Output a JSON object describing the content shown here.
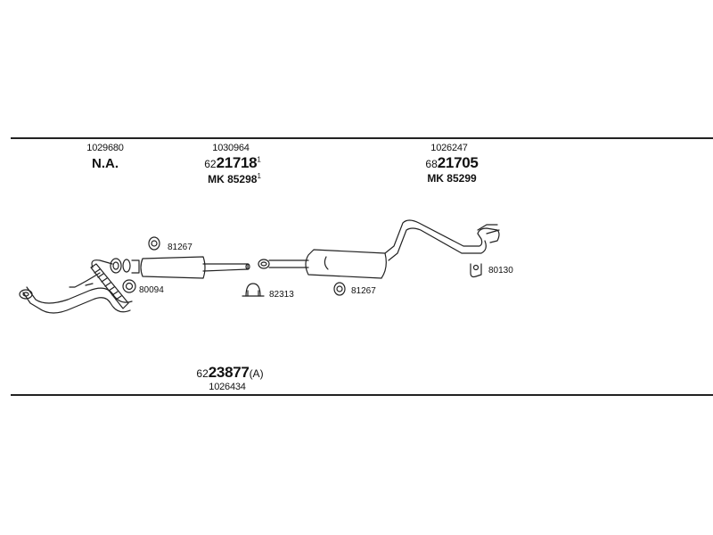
{
  "groups": [
    {
      "ref_number": "1029680",
      "part_label": "N.A."
    },
    {
      "ref_number": "1030964",
      "pn_prefix": "62",
      "pn_main": "21718",
      "pn_mark": "1",
      "alt_code": "MK 85298",
      "alt_mark": "1"
    },
    {
      "ref_number": "1026247",
      "pn_prefix": "68",
      "pn_main": "21705",
      "alt_code": "MK 85299"
    }
  ],
  "bottom_group": {
    "pn_prefix": "62",
    "pn_main": "23877",
    "pn_suffix": "(A)",
    "ref_number": "1026434"
  },
  "callouts": {
    "clamp_front": "81267",
    "gasket": "80094",
    "clamp_mid": "82313",
    "clamp_rear": "81267",
    "hanger": "80130"
  }
}
